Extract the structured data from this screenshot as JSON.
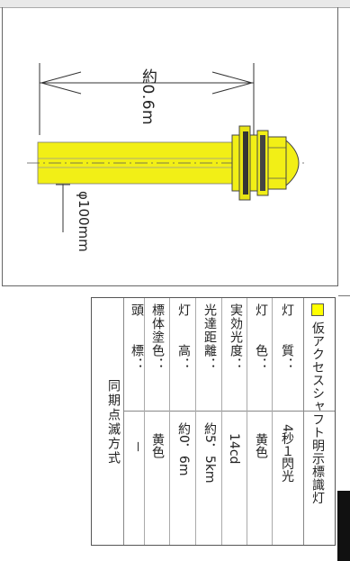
{
  "drawing": {
    "length_label": "約0.6m",
    "diameter_label": "φ100mm",
    "body_color": "#f2ef16"
  },
  "table": {
    "title": "仮アクセスシャフト明示標識灯",
    "swatch_color": "#ffff00",
    "rows": [
      {
        "label": "灯　　質：",
        "value": "4秒１閃光"
      },
      {
        "label": "灯　　色：",
        "value": "黄色"
      },
      {
        "label": "実効光度：",
        "value": "14cd"
      },
      {
        "label": "光達距離：",
        "value": "約5．5km"
      },
      {
        "label": "灯　　高：",
        "value": "約0．6m"
      },
      {
        "label": "標体塗色：",
        "value": "黄色"
      },
      {
        "label": "頭　　標：",
        "value": "－"
      }
    ],
    "footer": "同期点滅方式"
  }
}
